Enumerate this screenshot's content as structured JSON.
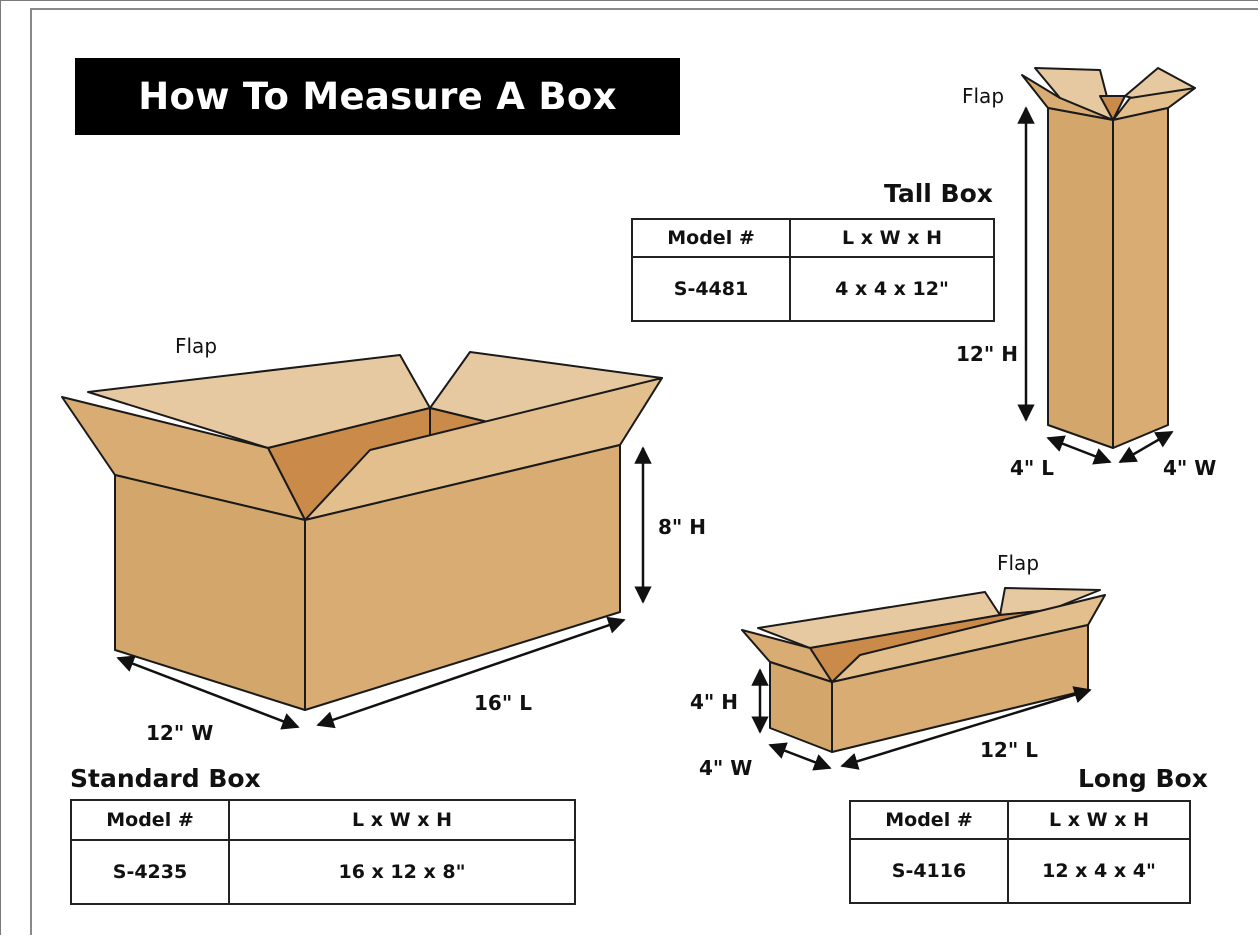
{
  "title": "How To Measure A Box",
  "colors": {
    "cardboard_front": "#d8ac72",
    "cardboard_side": "#cfa067",
    "flap_inner": "#e6c9a0",
    "interior_dark": "#c98a4a",
    "outline": "#1a1a1a"
  },
  "standard_box": {
    "name": "Standard Box",
    "flap_label": "Flap",
    "height_label": "8\" H",
    "width_label": "12\" W",
    "length_label": "16\" L",
    "table": {
      "headers": [
        "Model #",
        "L x W x H"
      ],
      "model": "S-4235",
      "dims": "16 x 12 x 8\""
    }
  },
  "tall_box": {
    "name": "Tall Box",
    "flap_label": "Flap",
    "height_label": "12\" H",
    "length_label": "4\" L",
    "width_label": "4\" W",
    "table": {
      "headers": [
        "Model #",
        "L x W x H"
      ],
      "model": "S-4481",
      "dims": "4 x 4 x 12\""
    }
  },
  "long_box": {
    "name": "Long Box",
    "flap_label": "Flap",
    "height_label": "4\" H",
    "width_label": "4\" W",
    "length_label": "12\" L",
    "table": {
      "headers": [
        "Model #",
        "L x W x H"
      ],
      "model": "S-4116",
      "dims": "12 x 4 x 4\""
    }
  }
}
